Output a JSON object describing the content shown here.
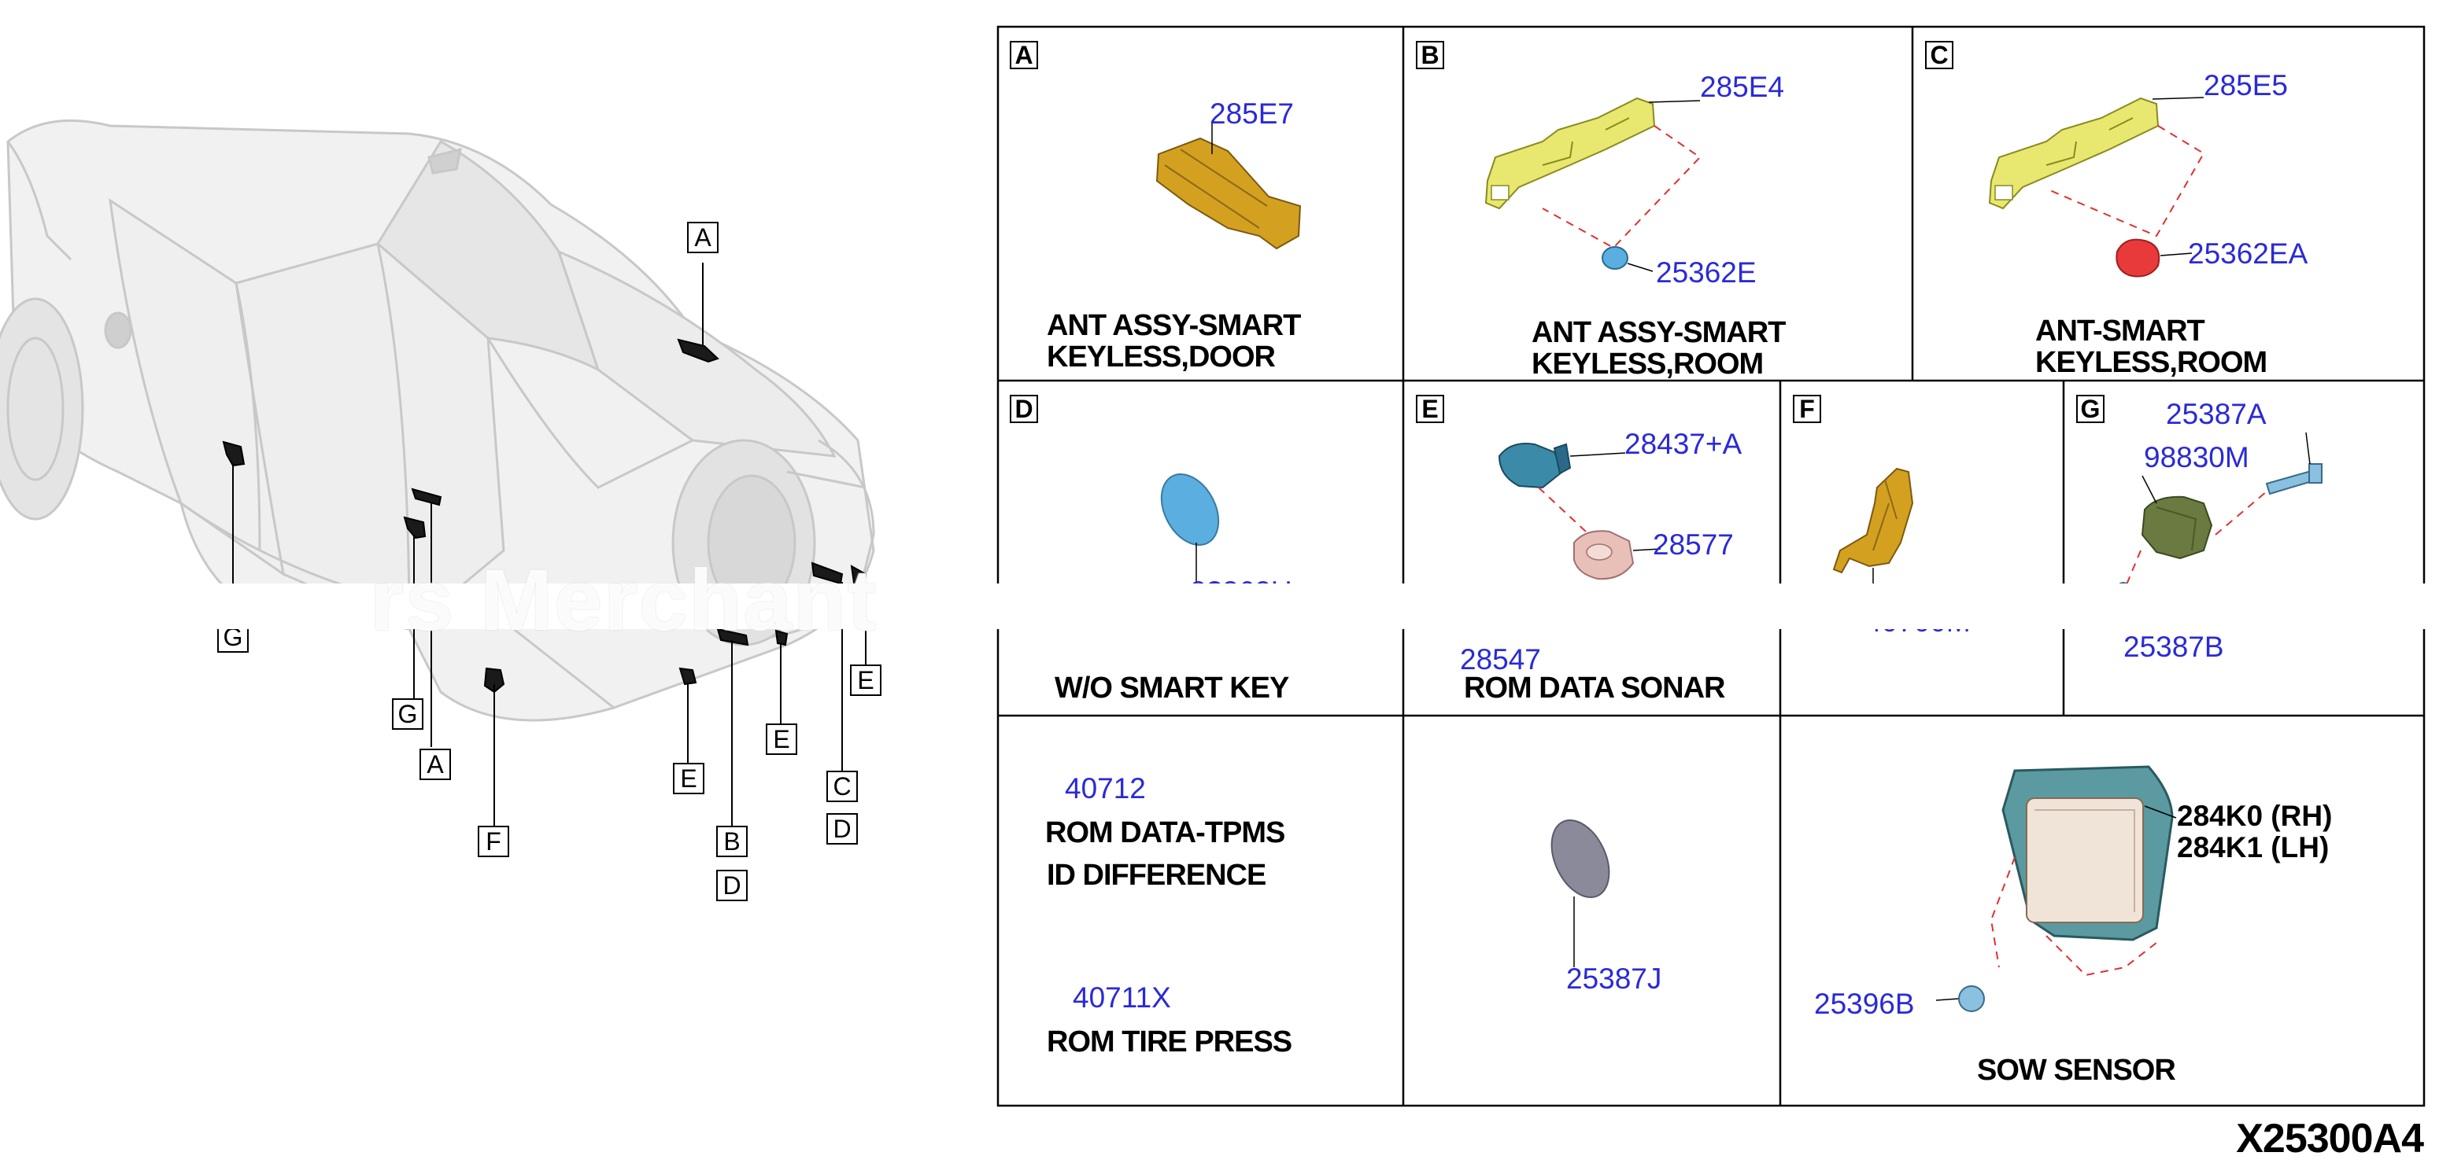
{
  "diagram_code": "X25300A4",
  "watermark": "rs Merchant",
  "car_callouts": [
    "A",
    "G",
    "G",
    "A",
    "F",
    "E",
    "B",
    "D",
    "E",
    "C",
    "D",
    "E"
  ],
  "panels": {
    "A": {
      "letter": "A",
      "parts": [
        "285E7"
      ],
      "description": [
        "ANT ASSY-SMART",
        "KEYLESS,DOOR"
      ]
    },
    "B": {
      "letter": "B",
      "parts": [
        "285E4",
        "25362E"
      ],
      "description": [
        "ANT ASSY-SMART",
        "KEYLESS,ROOM"
      ]
    },
    "C": {
      "letter": "C",
      "parts": [
        "285E5",
        "25362EA"
      ],
      "description": [
        "ANT-SMART",
        "KEYLESS,ROOM"
      ]
    },
    "D": {
      "letter": "D",
      "parts": [
        "2?362U"
      ],
      "description": [
        "W/O SMART KEY"
      ]
    },
    "E": {
      "letter": "E",
      "parts": [
        "28437+A",
        "28577",
        "28547"
      ],
      "description": [
        "ROM DATA SONAR"
      ]
    },
    "F": {
      "letter": "F",
      "parts": [
        "40700M"
      ]
    },
    "G": {
      "letter": "G",
      "parts": [
        "25387A",
        "98830M",
        "25387B"
      ]
    },
    "H": {
      "parts": [
        "40712",
        "40711X"
      ],
      "description": [
        "ROM DATA-TPMS",
        "ID DIFFERENCE",
        "ROM TIRE PRESS"
      ]
    },
    "I": {
      "parts": [
        "25387J"
      ]
    },
    "J": {
      "parts": [
        "284K0 (RH)",
        "284K1 (LH)",
        "25396B"
      ],
      "description": [
        "SOW SENSOR"
      ]
    }
  },
  "colors": {
    "part_number": "#2a2ad8",
    "antenna_yellow": "#e8e870",
    "antenna_orange": "#d4a020",
    "cap_red": "#e83a3a",
    "cap_blue": "#5aaee0",
    "sensor_teal": "#5a9aa0",
    "leader_red": "#e03030"
  }
}
